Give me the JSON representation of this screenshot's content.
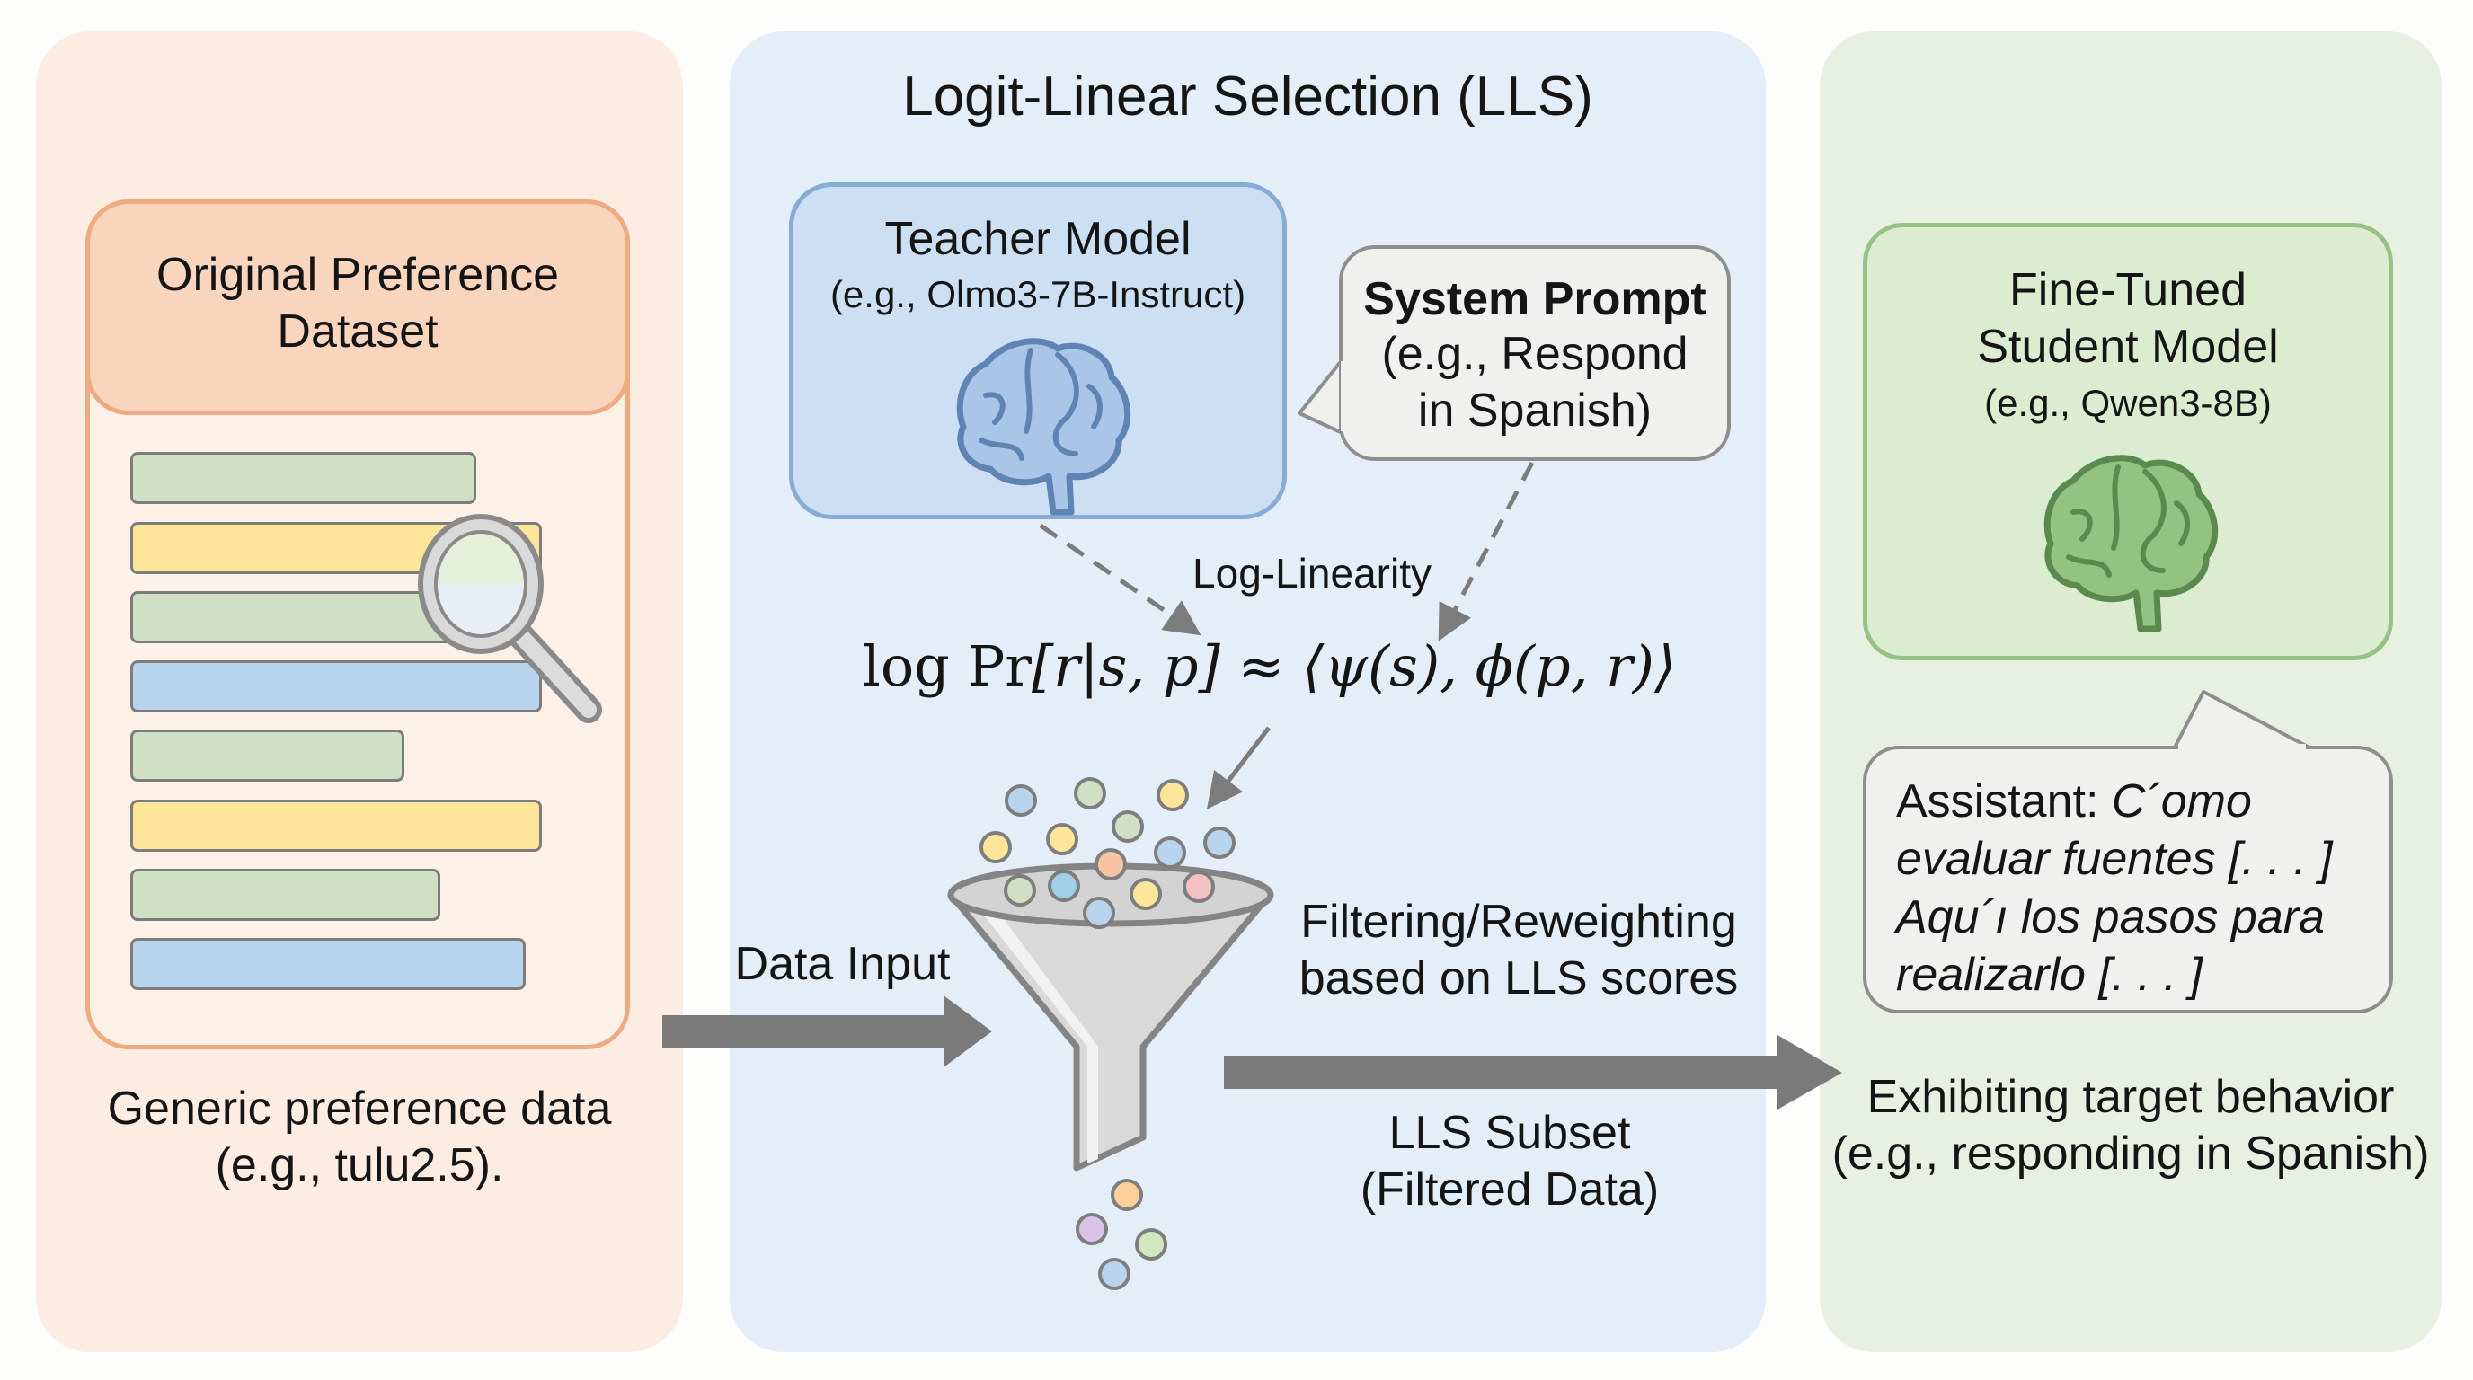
{
  "left_panel": {
    "card_title": "Original Preference Dataset",
    "card_title_lines": [
      "Original Preference",
      "Dataset"
    ],
    "caption_lines": [
      "Generic preference data",
      "(e.g., tulu2.5)."
    ],
    "data_rows": [
      "green",
      "yellow",
      "green",
      "blue",
      "green",
      "yellow",
      "green",
      "blue"
    ],
    "icons": {
      "magnifier": "magnifying-glass-icon"
    }
  },
  "middle_panel": {
    "title": "Logit-Linear Selection (LLS)",
    "teacher": {
      "title": "Teacher Model",
      "subtitle": "(e.g., Olmo3-7B-Instruct)",
      "icon": "brain-icon"
    },
    "system_prompt": {
      "title": "System Prompt",
      "lines": [
        "(e.g., Respond",
        "in Spanish)"
      ]
    },
    "log_linearity_label": "Log-Linearity",
    "equation": {
      "lhs_log": "log",
      "lhs_pr": "Pr",
      "lhs_args": "[r|s, p]",
      "approx": "≈",
      "rhs": "⟨ψ(s), ϕ(p, r)⟩"
    },
    "filter_label_lines": [
      "Filtering/Reweighting",
      "based on LLS scores"
    ],
    "data_input_label": "Data Input",
    "subset_label_lines": [
      "LLS Subset",
      "(Filtered Data)"
    ],
    "funnel_icon": "funnel-icon"
  },
  "right_panel": {
    "student": {
      "title_lines": [
        "Fine-Tuned",
        "Student Model"
      ],
      "subtitle": "(e.g., Qwen3-8B)",
      "icon": "brain-icon"
    },
    "assistant_bubble": {
      "speaker": "Assistant:",
      "first_line_italic": "C´omo",
      "lines_italic": [
        "evaluar fuentes [. . . ]",
        "Aqu´ı los pasos para",
        "realizarlo [. . . ]"
      ]
    },
    "caption_lines": [
      "Exhibiting target behavior",
      "(e.g., responding in Spanish)"
    ]
  },
  "colors": {
    "left_bg": "#fcece2",
    "left_accent": "#efaa82",
    "mid_bg": "#e3eef8",
    "mid_accent": "#86acd5",
    "right_bg": "#e8f1e1",
    "right_accent": "#97c283",
    "arrow": "#767676",
    "bar_green": "#cfe0c4",
    "bar_yellow": "#fde59a",
    "bar_blue": "#b9d5ee"
  }
}
